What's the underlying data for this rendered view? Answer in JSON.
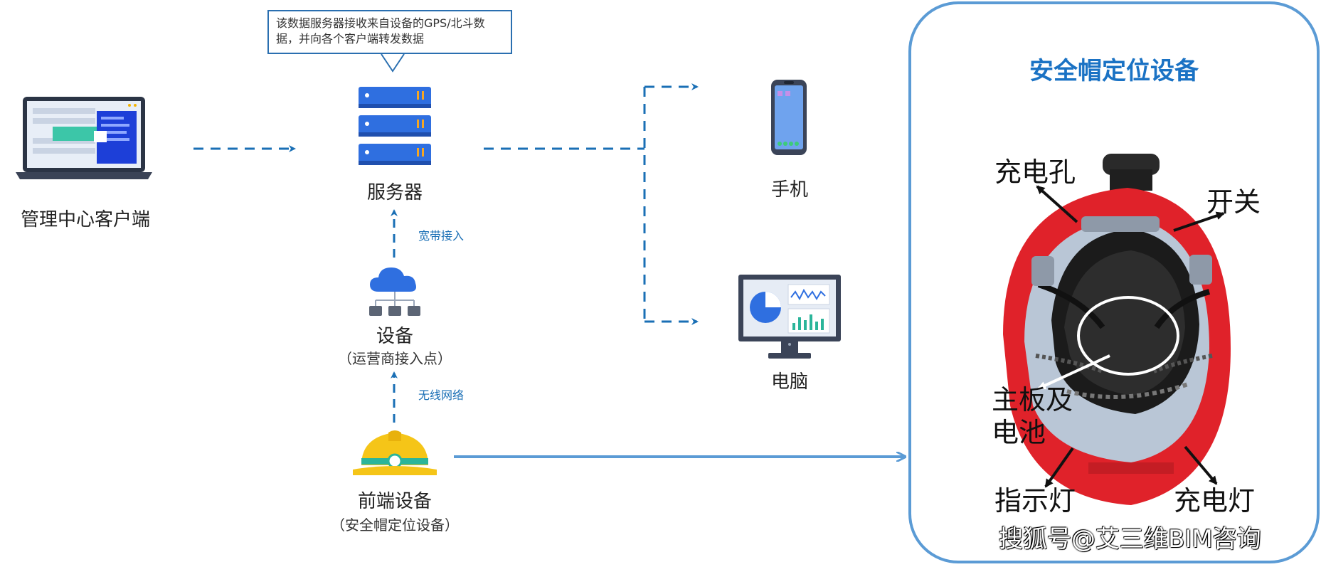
{
  "callout": {
    "text": "该数据服务器接收来自设备的GPS/北斗数据，并向各个客户端转发数据"
  },
  "nodes": {
    "client": {
      "label": "管理中心客户端"
    },
    "server": {
      "label": "服务器"
    },
    "device": {
      "label": "设备",
      "sublabel": "（运营商接入点）"
    },
    "front": {
      "label": "前端设备",
      "sublabel": "（安全帽定位设备）"
    },
    "phone": {
      "label": "手机"
    },
    "computer": {
      "label": "电脑"
    }
  },
  "links": {
    "broadband": "宽带接入",
    "wireless": "无线网络"
  },
  "panel": {
    "title": "安全帽定位设备",
    "labels": {
      "charge_port": "充电孔",
      "switch": "开关",
      "board_battery_1": "主板及",
      "board_battery_2": "电池",
      "indicator": "指示灯",
      "charge_light": "充电灯"
    }
  },
  "watermark": "搜狐号@艾三维BIM咨询",
  "colors": {
    "arrow_blue": "#1a6fb5",
    "line_blue": "#5b9bd5",
    "server_blue": "#2f6fe0",
    "helmet_yellow": "#f5c518",
    "helmet_red": "#e0222a",
    "title_blue": "#1a72c4"
  }
}
